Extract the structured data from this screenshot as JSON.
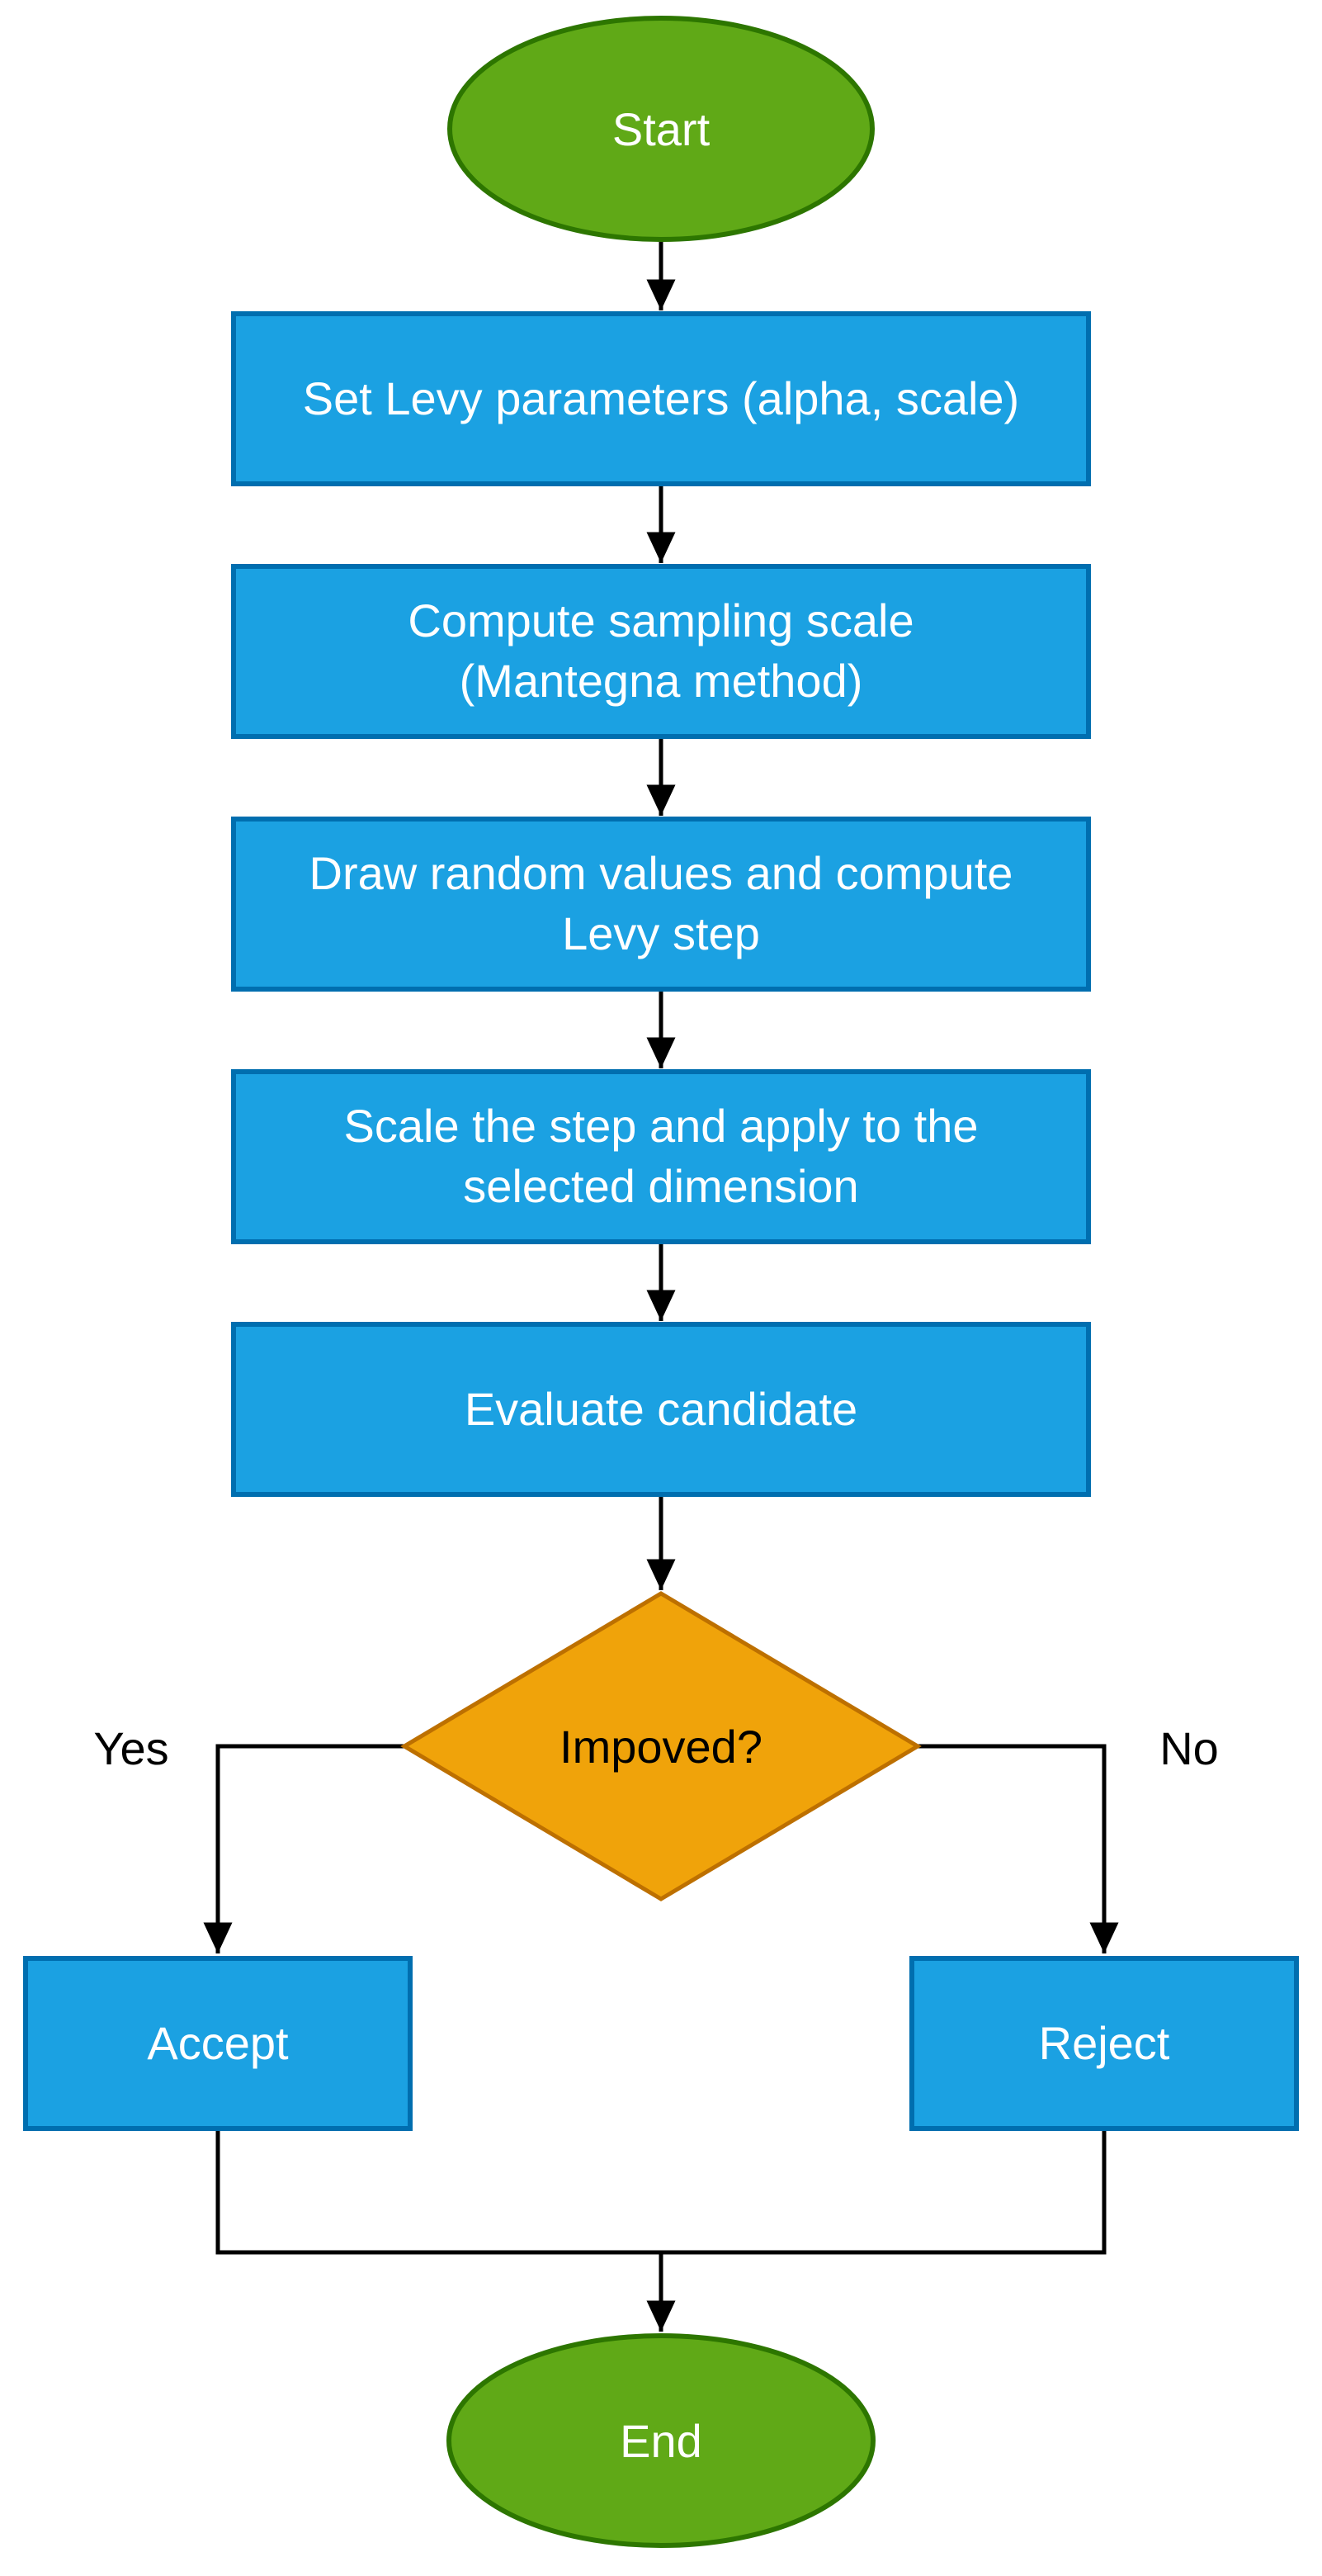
{
  "diagram": {
    "nodes": {
      "start": {
        "label": "Start"
      },
      "set_params": {
        "label": "Set Levy parameters (alpha, scale)"
      },
      "compute_scale": {
        "label": "Compute sampling scale\n(Mantegna method)"
      },
      "draw_values": {
        "label": "Draw random values and compute\nLevy step"
      },
      "scale_step": {
        "label": "Scale the step and apply to the\nselected dimension"
      },
      "evaluate": {
        "label": "Evaluate candidate"
      },
      "improved": {
        "label": "Impoved?"
      },
      "accept": {
        "label": "Accept"
      },
      "reject": {
        "label": "Reject"
      },
      "end": {
        "label": "End"
      }
    },
    "edge_labels": {
      "yes": "Yes",
      "no": "No"
    },
    "colors": {
      "process_fill": "#1ba1e2",
      "process_stroke": "#006eaf",
      "terminator_fill": "#60a917",
      "terminator_stroke": "#2d7600",
      "decision_fill": "#f0a30a",
      "decision_stroke": "#bd7000",
      "connector": "#000000",
      "process_text": "#ffffff",
      "decision_text": "#000000",
      "edge_label_text": "#000000",
      "background": "#ffffff"
    }
  }
}
